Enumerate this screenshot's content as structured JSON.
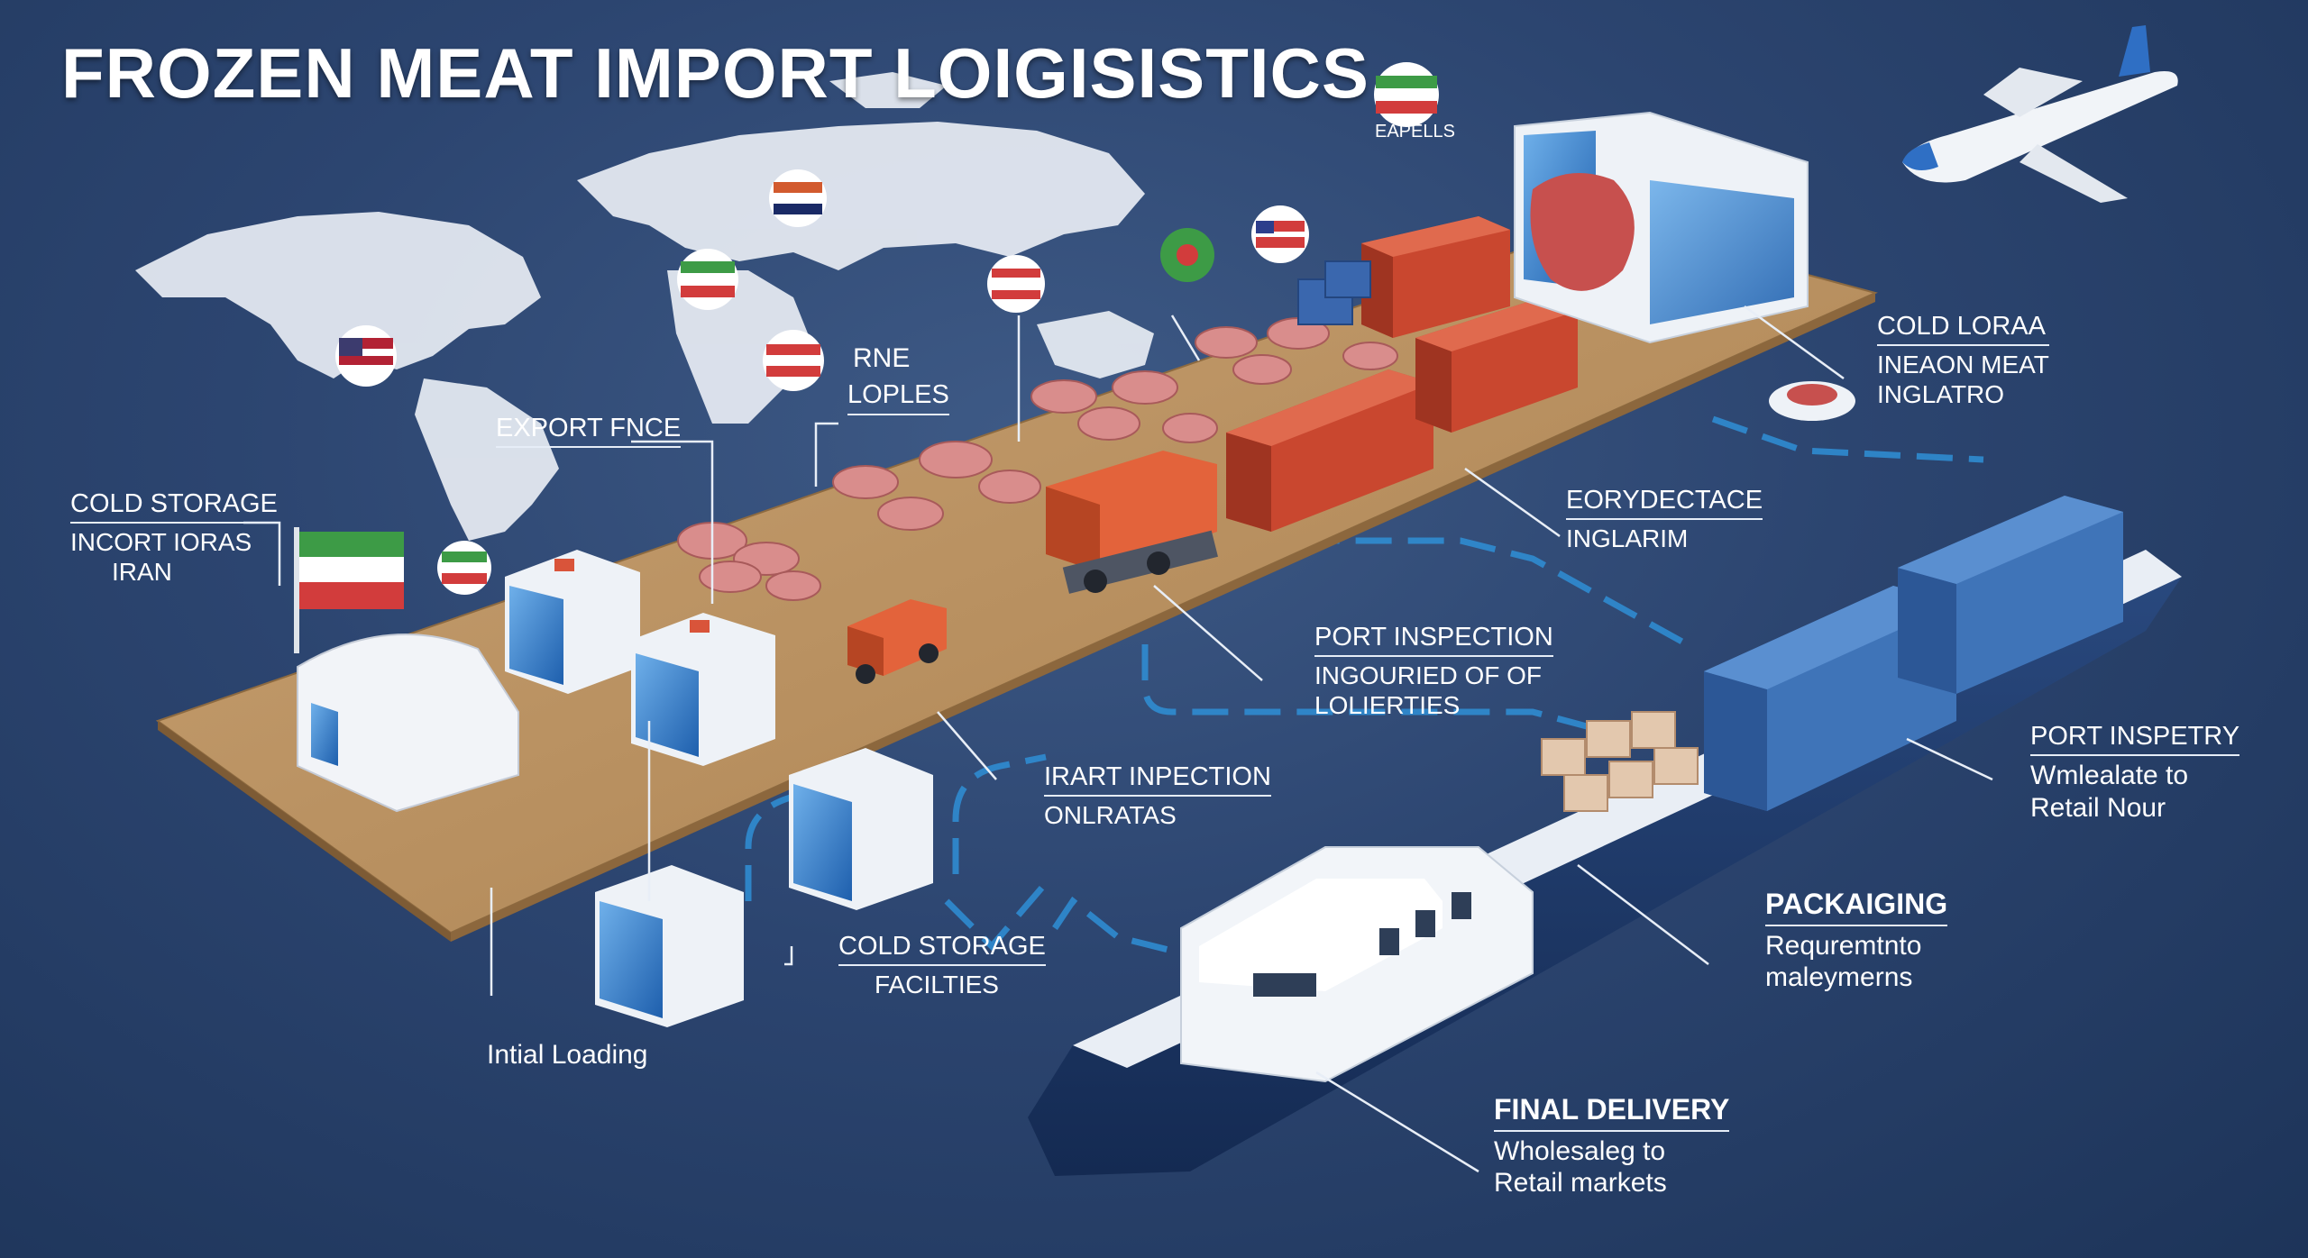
{
  "title": "FROZEN MEAT IMPORT LOIGISISTICS",
  "flag_caption": "EAPELLS",
  "labels": {
    "cold_storage_iran": {
      "line1": "COLD STORAGE",
      "line2": "INCORT IORAS",
      "line3": "IRAN"
    },
    "export_fnce": {
      "line1": "EXPORT FNCE"
    },
    "rne_loples": {
      "line1": "RNE",
      "line2": "LOPLES"
    },
    "cold_loraa": {
      "line1": "COLD LORAA",
      "line2": "INEAON MEAT",
      "line3": "INGLATRO"
    },
    "eorydectace": {
      "line1": "EORYDECTACE",
      "line2": "INGLARIM"
    },
    "port_inspection": {
      "line1": "PORT INSPECTION",
      "line2": "INGOURIED OF OF",
      "line3": "LOLIERTIES"
    },
    "irart_inpection": {
      "line1": "IRART INPECTION",
      "line2": "ONLRATAS"
    },
    "cold_storage_facilities": {
      "line1": "COLD STORAGE",
      "line2": "FACILTIES"
    },
    "intial_loading": {
      "line1": "Intial Loading"
    },
    "port_inspetry": {
      "line1": "PORT INSPETRY",
      "line2": "Wmlealate to",
      "line3": "Retail Nour"
    },
    "packaiging": {
      "line1": "PACKAIGING",
      "line2": "Requremtnto",
      "line3": "maleymerns"
    },
    "final_delivery": {
      "line1": "FINAL DELIVERY",
      "line2": "Wholesaleg to",
      "line3": "Retail markets"
    }
  },
  "icons": [
    "world-map-icon",
    "airplane-icon",
    "cargo-ship-icon",
    "shipping-container-icon",
    "truck-icon",
    "forklift-icon",
    "cold-storage-unit-icon",
    "meat-cut-icon",
    "flag-icon",
    "van-icon"
  ],
  "colors": {
    "background": "#2c4570",
    "dock": "#c29a6c",
    "container_red": "#d4553a",
    "container_blue": "#3f74b8",
    "ship_hull": "#1f3a6b",
    "route_line": "#2f8fd6",
    "meat": "#d98d8c"
  }
}
